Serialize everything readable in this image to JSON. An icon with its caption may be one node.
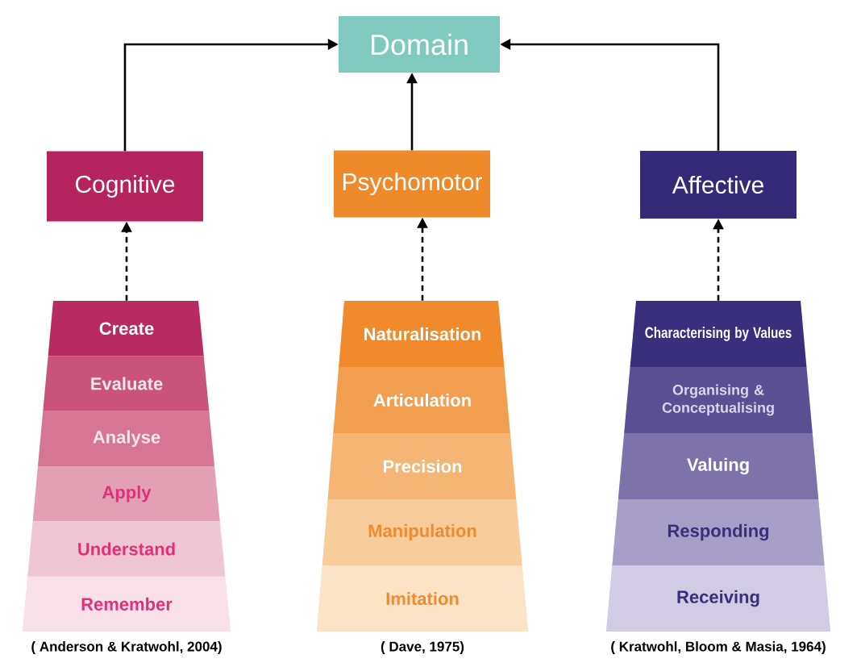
{
  "diagram": {
    "nodes": [
      {
        "text": [
          "Domain"
        ]
      },
      {
        "text": [
          "Cognitive"
        ]
      },
      {
        "text": [
          "Psychomotor"
        ]
      },
      {
        "text": [
          "Affective"
        ]
      },
      {
        "text": [],
        "shape": "trapezoid",
        "beside": [
          "( Anderson & Kratwohl, 2004)"
        ]
      },
      {
        "text": [
          "Create"
        ],
        "in": 4
      },
      {
        "text": [
          "Evaluate"
        ],
        "in": 4
      },
      {
        "text": [
          "Analyse"
        ],
        "in": 4
      },
      {
        "text": [
          "Apply"
        ],
        "in": 4
      },
      {
        "text": [
          "Understand"
        ],
        "in": 4
      },
      {
        "text": [
          "Remember"
        ],
        "in": 4
      },
      {
        "text": [],
        "shape": "trapezoid",
        "beside": [
          "( Dave, 1975)"
        ]
      },
      {
        "text": [
          "Naturalisation"
        ],
        "in": 11
      },
      {
        "text": [
          "Articulation"
        ],
        "in": 11
      },
      {
        "text": [
          "Precision"
        ],
        "in": 11
      },
      {
        "text": [
          "Manipulation"
        ],
        "in": 11
      },
      {
        "text": [
          "Imitation"
        ],
        "in": 11
      },
      {
        "text": [],
        "shape": "trapezoid",
        "beside": [
          "( Kratwohl, Bloom & Masia, 1964)"
        ]
      },
      {
        "text": [
          "Characterising by Values"
        ],
        "in": 17
      },
      {
        "text": [
          "Organising & Conceptualising"
        ],
        "in": 17
      },
      {
        "text": [
          "Valuing"
        ],
        "in": 17
      },
      {
        "text": [
          "Responding"
        ],
        "in": 17
      },
      {
        "text": [
          "Receiving"
        ],
        "in": 17
      }
    ],
    "edges": [
      {
        "from": 1,
        "to": 0,
        "arrow": "to"
      },
      {
        "from": 2,
        "to": 0,
        "arrow": "to"
      },
      {
        "from": 3,
        "to": 0,
        "arrow": "to"
      },
      {
        "from": 4,
        "to": 1,
        "arrow": "to",
        "style": "dashed"
      },
      {
        "from": 11,
        "to": 2,
        "arrow": "to",
        "style": "dashed"
      },
      {
        "from": 17,
        "to": 3,
        "arrow": "to",
        "style": "dashed"
      }
    ]
  }
}
